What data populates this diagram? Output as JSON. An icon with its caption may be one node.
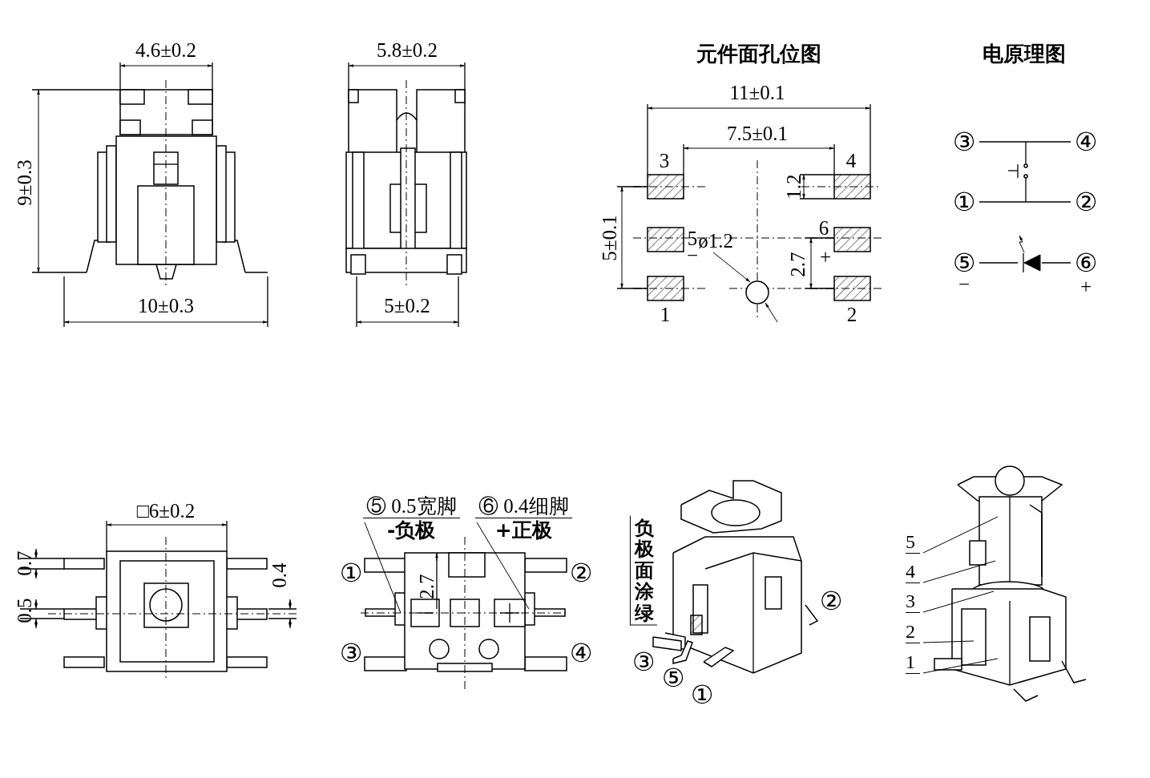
{
  "diagram": {
    "nodes": [
      {
        "text": [
          "⑤ 0.5宽脚",
          "-负极"
        ]
      },
      {
        "text": [
          "⑥ 0.4细脚",
          "+正极"
        ]
      },
      {
        "text": [
          "5"
        ]
      },
      {
        "text": [
          "4"
        ]
      },
      {
        "text": [
          "3"
        ]
      },
      {
        "text": [
          "2"
        ]
      },
      {
        "text": [
          "1"
        ]
      }
    ],
    "edges": [
      {
        "from": 0,
        "to": null,
        "arrow": "none"
      },
      {
        "from": 1,
        "to": null,
        "arrow": "none"
      },
      {
        "from": 2,
        "to": null,
        "arrow": "none"
      },
      {
        "from": 3,
        "to": null,
        "arrow": "none"
      },
      {
        "from": 4,
        "to": null,
        "arrow": "none"
      },
      {
        "from": 5,
        "to": null,
        "arrow": "none"
      },
      {
        "from": 6,
        "to": null,
        "arrow": "none"
      }
    ],
    "labels": [
      "4.6±0.2",
      "5.8±0.2",
      "元件面孔位图",
      "电原理图",
      "11±0.1",
      "7.5±0.1",
      "9±0.3",
      "3",
      "4",
      "1.2",
      "③",
      "④",
      "5±0.1",
      "5",
      "ø1.2",
      "6",
      "①",
      "②",
      "−",
      "+",
      "2.7",
      "⑤",
      "⑥",
      "−",
      "+",
      "1",
      "2",
      "10±0.3",
      "5±0.2",
      "□6±0.2",
      "0.7",
      "0.4",
      "0.5",
      "①",
      "②",
      "2.7",
      "③",
      "④",
      "负极面涂绿",
      "②",
      "③",
      "⑤",
      "①"
    ]
  }
}
